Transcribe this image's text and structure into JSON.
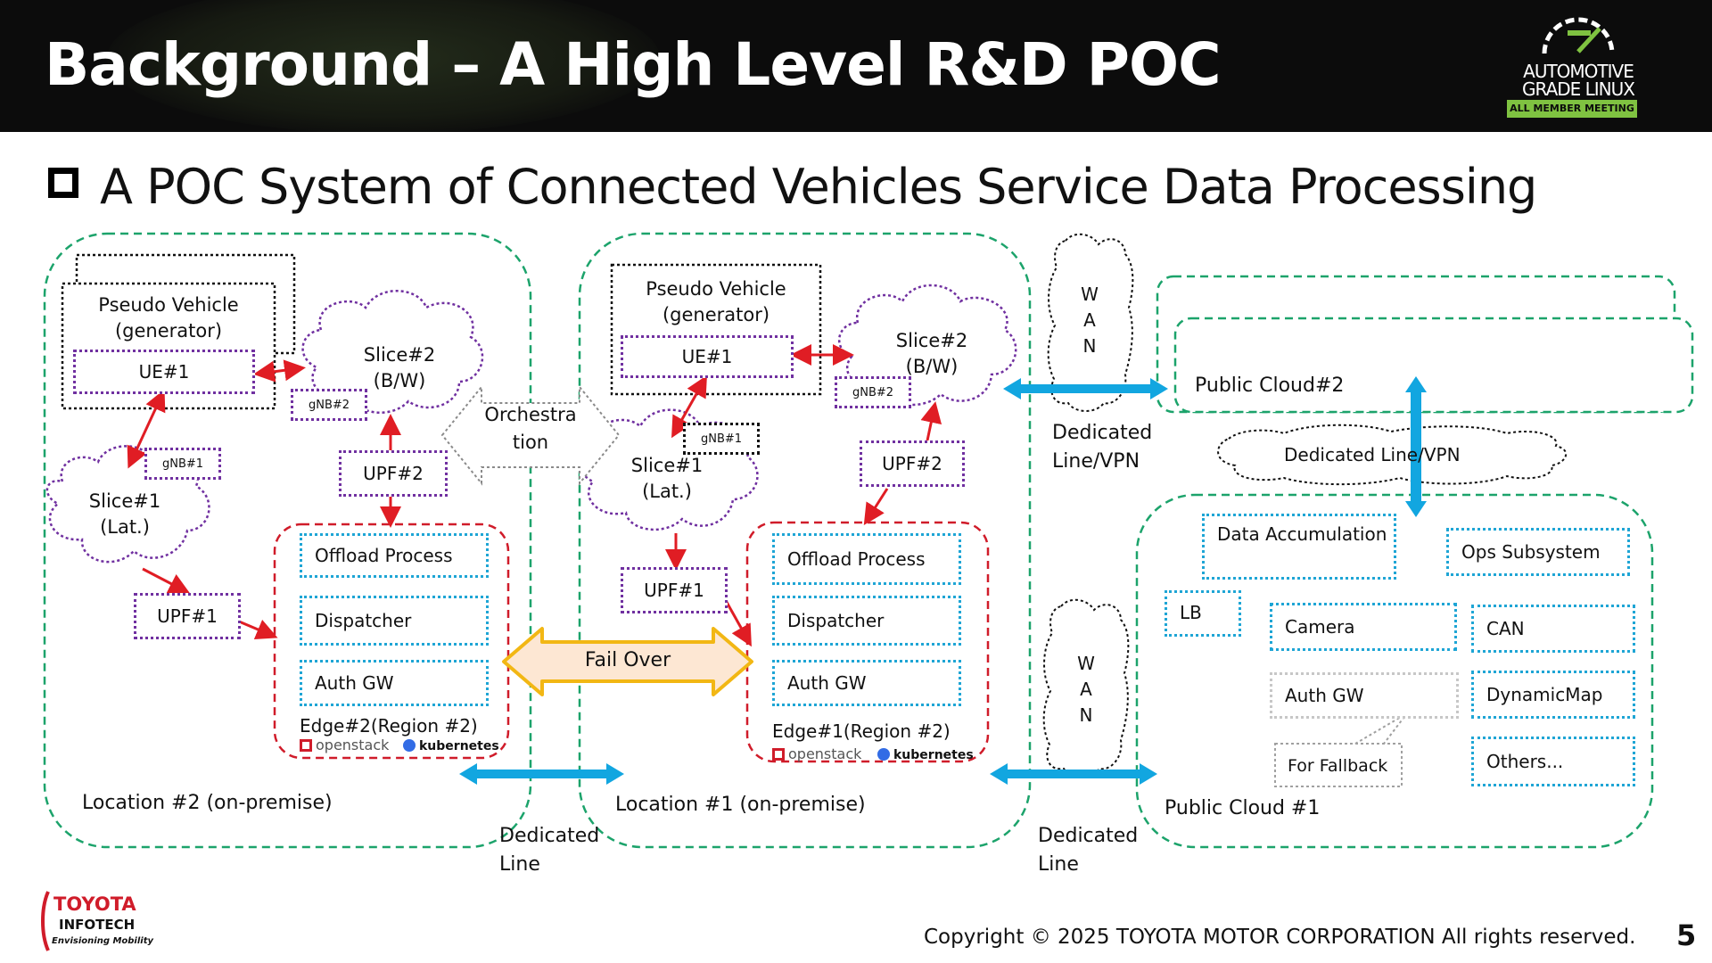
{
  "header": {
    "title": "Background – A High Level R&D POC",
    "logo": {
      "line1": "AUTOMOTIVE",
      "line2": "GRADE LINUX",
      "badge": "ALL MEMBER MEETING"
    }
  },
  "subtitle": "A POC System of Connected Vehicles Service Data Processing",
  "location2": {
    "label": "Location #2 (on-premise)",
    "pseudo_vehicle": "Pseudo Vehicle\n(generator)",
    "ue": "UE#1",
    "slice2": "Slice#2\n(B/W)",
    "gnb2": "gNB#2",
    "gnb1": "gNB#1",
    "slice1": "Slice#1\n(Lat.)",
    "upf2": "UPF#2",
    "upf1": "UPF#1",
    "edge": {
      "label": "Edge#2(Region #2)",
      "items": [
        "Offload Process",
        "Dispatcher",
        "Auth GW"
      ],
      "logos": [
        "openstack",
        "kubernetes"
      ]
    }
  },
  "location1": {
    "label": "Location #1 (on-premise)",
    "pseudo_vehicle": "Pseudo Vehicle\n(generator)",
    "ue": "UE#1",
    "slice2": "Slice#2\n(B/W)",
    "gnb2": "gNB#2",
    "gnb1": "gNB#1",
    "slice1": "Slice#1\n(Lat.)",
    "upf2": "UPF#2",
    "upf1": "UPF#1",
    "edge": {
      "label": "Edge#1(Region #2)",
      "items": [
        "Offload Process",
        "Dispatcher",
        "Auth GW"
      ],
      "logos": [
        "openstack",
        "kubernetes"
      ]
    }
  },
  "orchestration": "Orchestra\ntion",
  "failover": "Fail Over",
  "wan_letters": [
    "W",
    "A",
    "N"
  ],
  "dedicated_line": "Dedicated\nLine",
  "dedicated_line_vpn": "Dedicated\nLine/VPN",
  "dedicated_line_vpn_cloud": "Dedicated Line/VPN",
  "public_cloud2": "Public Cloud#2",
  "public_cloud1": {
    "label": "Public Cloud #1",
    "data_accumulation": "Data Accumulation",
    "ops_subsystem": "Ops Subsystem",
    "lb": "LB",
    "camera": "Camera",
    "can": "CAN",
    "auth_gw": "Auth GW",
    "dynamicmap": "DynamicMap",
    "fallback": "For Fallback",
    "others": "Others..."
  },
  "footer": {
    "logo": {
      "line1": "TOYOTA",
      "line2": "INFOTECH",
      "line3": "Envisioning Mobility"
    },
    "copyright": "Copyright ©  2025 TOYOTA MOTOR CORPORATION All rights reserved.",
    "page": "5"
  },
  "colors": {
    "green_dashed": "#1ca36b",
    "red_dashed": "#d01c2a",
    "purple_dotted": "#7030a0",
    "cyan_dotted": "#1ea5d5",
    "arrow_blue": "#12a6e0",
    "arrow_red": "#e01d24",
    "failover_fill": "#fde7d3",
    "failover_border": "#f2b714"
  }
}
